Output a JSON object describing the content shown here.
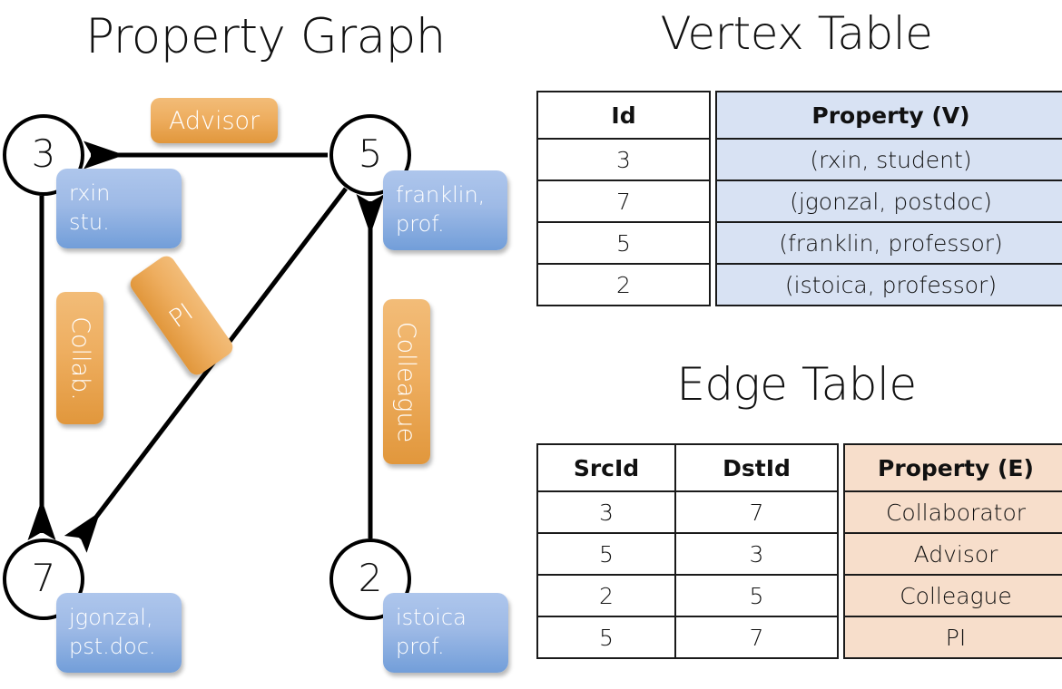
{
  "titles": {
    "property_graph": "Property Graph",
    "vertex_table": "Vertex Table",
    "edge_table": "Edge Table"
  },
  "graph": {
    "nodes": [
      {
        "id": "3",
        "label": "3",
        "property_lines": [
          "rxin",
          "stu."
        ]
      },
      {
        "id": "5",
        "label": "5",
        "property_lines": [
          "franklin,",
          "prof."
        ]
      },
      {
        "id": "7",
        "label": "7",
        "property_lines": [
          "jgonzal,",
          "pst.doc."
        ]
      },
      {
        "id": "2",
        "label": "2",
        "property_lines": [
          "istoica",
          "prof."
        ]
      }
    ],
    "edge_labels": {
      "advisor": "Advisor",
      "collab": "Collab.",
      "pi": "PI",
      "colleague": "Colleague"
    },
    "edges": [
      {
        "from": "5",
        "to": "3",
        "label": "Advisor"
      },
      {
        "from": "3",
        "to": "7",
        "label": "Collab."
      },
      {
        "from": "5",
        "to": "7",
        "label": "PI"
      },
      {
        "from": "2",
        "to": "5",
        "label": "Colleague"
      }
    ]
  },
  "vertex_table": {
    "headers": [
      "Id",
      "Property (V)"
    ],
    "rows": [
      [
        "3",
        "(rxin, student)"
      ],
      [
        "7",
        "(jgonzal, postdoc)"
      ],
      [
        "5",
        "(franklin, professor)"
      ],
      [
        "2",
        "(istoica, professor)"
      ]
    ]
  },
  "edge_table": {
    "headers": [
      "SrcId",
      "DstId",
      "Property (E)"
    ],
    "rows": [
      [
        "3",
        "7",
        "Collaborator"
      ],
      [
        "5",
        "3",
        "Advisor"
      ],
      [
        "2",
        "5",
        "Colleague"
      ],
      [
        "5",
        "7",
        "PI"
      ]
    ]
  },
  "colors": {
    "vertex_property_fill": "#d8e2f3",
    "edge_property_fill": "#f7decb",
    "node_box_blue": "#729ed9",
    "edge_badge_orange": "#e1973c",
    "stroke": "#000000",
    "background": "#ffffff"
  }
}
